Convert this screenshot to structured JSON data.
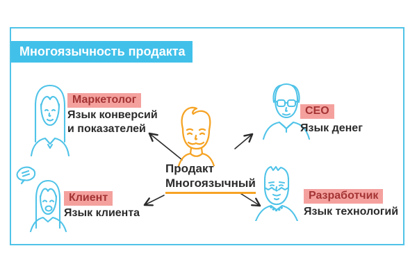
{
  "slide": {
    "title": "Многоязычность продакта"
  },
  "center": {
    "name": "Продакт",
    "subtitle": "Многоязычный",
    "icon": "product-man-orange-icon"
  },
  "personas": [
    {
      "id": "marketer",
      "label": "Маркетолог",
      "desc_lines": [
        "Язык конверсий",
        "и показателей"
      ],
      "icon": "woman-long-hair-icon"
    },
    {
      "id": "ceo",
      "label": "CEO",
      "desc_lines": [
        "Язык денег"
      ],
      "icon": "man-glasses-icon"
    },
    {
      "id": "client",
      "label": "Клиент",
      "desc_lines": [
        "Язык клиента"
      ],
      "icon": "woman-speech-bubble-icon"
    },
    {
      "id": "developer",
      "label": "Разработчик",
      "desc_lines": [
        "Язык технологий"
      ],
      "icon": "man-beard-necklace-icon"
    }
  ],
  "connections": [
    {
      "from": "Продакт",
      "to": "Маркетолог"
    },
    {
      "from": "Продакт",
      "to": "CEO"
    },
    {
      "from": "Продакт",
      "to": "Клиент"
    },
    {
      "from": "Продакт",
      "to": "Разработчик"
    }
  ],
  "colors": {
    "accent_blue": "#41C0EA",
    "icon_blue": "#4FC3E8",
    "accent_orange": "#F5A324",
    "tag_background": "#F4A19E",
    "tag_text": "#A43434",
    "body_text": "#2B2B2B"
  }
}
